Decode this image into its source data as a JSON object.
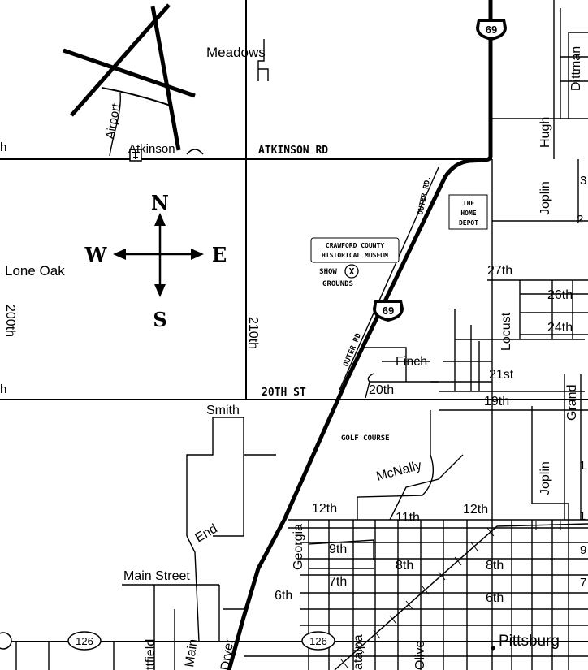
{
  "map": {
    "compass": {
      "north": "N",
      "south": "S",
      "east": "E",
      "west": "W"
    },
    "highways": {
      "us69_top": "69",
      "us69_mid": "69",
      "k126_left": "126",
      "k126_right": "126"
    },
    "boxes": {
      "home_depot_line1": "THE",
      "home_depot_line2": "HOME",
      "home_depot_line3": "DEPOT",
      "museum_line1": "CRAWFORD COUNTY",
      "museum_line2": "HISTORICAL MUSEUM",
      "show_grounds_line1": "SHOW",
      "show_grounds_line2": "GROUNDS",
      "show_grounds_marker": "X"
    },
    "roads": {
      "atkinson_rd": "ATKINSON RD",
      "twentieth_st": "20TH ST",
      "outer_rd_top": "OUTER RD.",
      "outer_rd_mid": "OUTER RD",
      "golf_course": "GOLF COURSE",
      "meadows": "Meadows",
      "atkinson": "Atkinson",
      "airport": "Airport",
      "lone_oak": "Lone Oak",
      "two_hundredth": "200th",
      "two_tenth": "210th",
      "left_edge_1": "h",
      "left_edge_2": "h",
      "hugh": "Hugh",
      "dittman": "Dittman",
      "joplin_top": "Joplin",
      "joplin_bottom": "Joplin",
      "locust": "Locust",
      "grand": "Grand",
      "finch": "Finch",
      "twenty_seventh": "27th",
      "twenty_sixth": "26th",
      "twenty_fourth": "24th",
      "twenty_first": "21st",
      "twentieth": "20th",
      "nineteenth": "19th",
      "smith": "Smith",
      "mcnally": "McNally",
      "end": "End",
      "twelfth_left": "12th",
      "eleventh": "11th",
      "twelfth_right": "12th",
      "georgia": "Georgia",
      "ninth": "9th",
      "eighth_left": "8th",
      "eighth_right": "8th",
      "seventh": "7th",
      "sixth_left": "6th",
      "sixth_right": "6th",
      "main_street": "Main Street",
      "main": "Main",
      "dryer": "Dryer",
      "ttfield": "ttfield",
      "atalpa": "atalpa",
      "olive": "Olive",
      "pittsburg": "Pittsburg",
      "edge_r1": "3",
      "edge_r2": "2",
      "edge_r3": "1",
      "edge_r4": "1",
      "edge_r5": "9",
      "edge_r6": "7"
    }
  }
}
